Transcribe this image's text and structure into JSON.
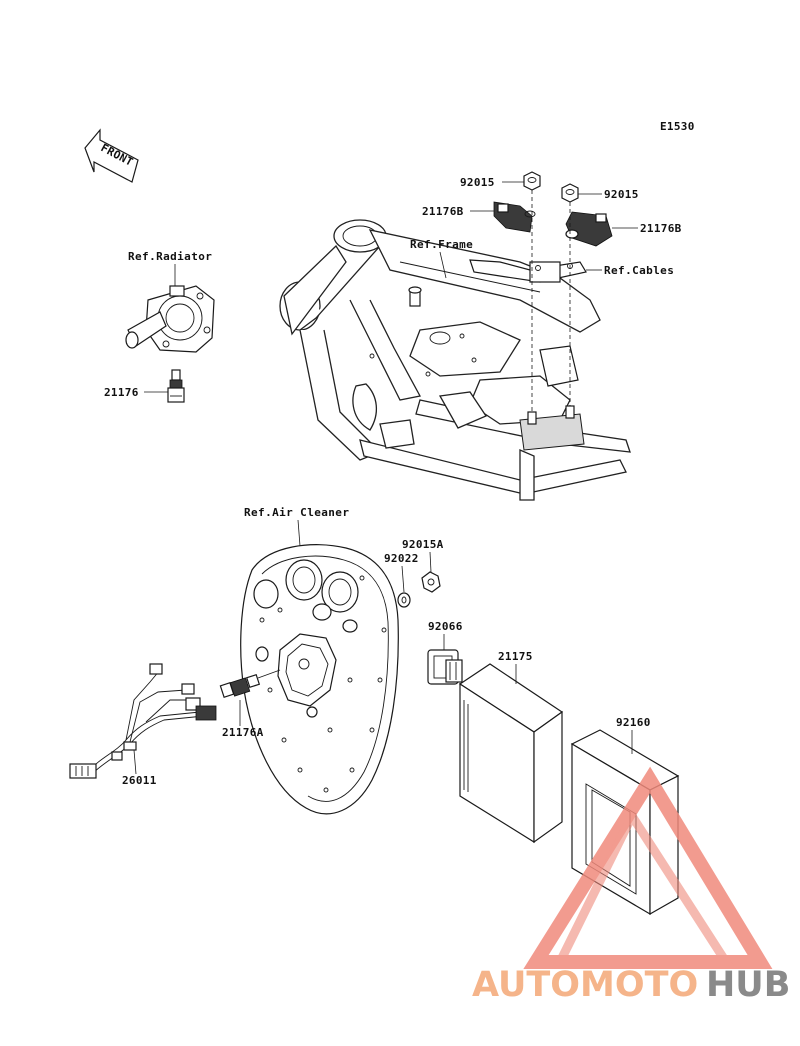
{
  "diagram_code": "E1530",
  "front_arrow_text": "FRONT",
  "references": {
    "radiator": "Ref.Radiator",
    "frame": "Ref.Frame",
    "cables": "Ref.Cables",
    "air_cleaner": "Ref.Air Cleaner"
  },
  "part_numbers": {
    "nut_left": "92015",
    "nut_right": "92015",
    "sensor_b_left": "21176B",
    "sensor_b_right": "21176B",
    "temp_sensor": "21176",
    "nut_a": "92015A",
    "washer": "92022",
    "connector": "92066",
    "ecu": "21175",
    "cover": "92160",
    "switch_a": "21176A",
    "harness": "26011"
  },
  "watermark": {
    "text_part1": "AUTOMOTO",
    "text_part2": "HUB",
    "color_part1": "#f5b48a",
    "color_part2": "#8a8a8a",
    "triangle_color": "#f08a7c"
  }
}
